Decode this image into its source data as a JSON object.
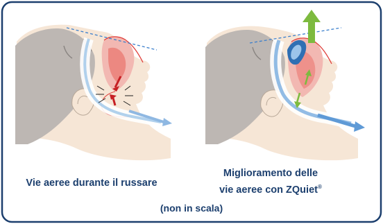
{
  "border_color": "#1c3f6e",
  "caption_color": "#1c3f6e",
  "left_panel": {
    "caption": "Vie aeree durante il russare"
  },
  "right_panel": {
    "caption_line1": "Miglioramento delle",
    "caption_line2": "vie aeree con ZQuiet",
    "registered_mark": "®"
  },
  "footnote": "(non in scala)",
  "icons": [
    "head-profile-left",
    "head-profile-right",
    "airway-flow-arrow",
    "collapse-arrow",
    "mandible-up-arrow",
    "mouthpiece-device"
  ]
}
